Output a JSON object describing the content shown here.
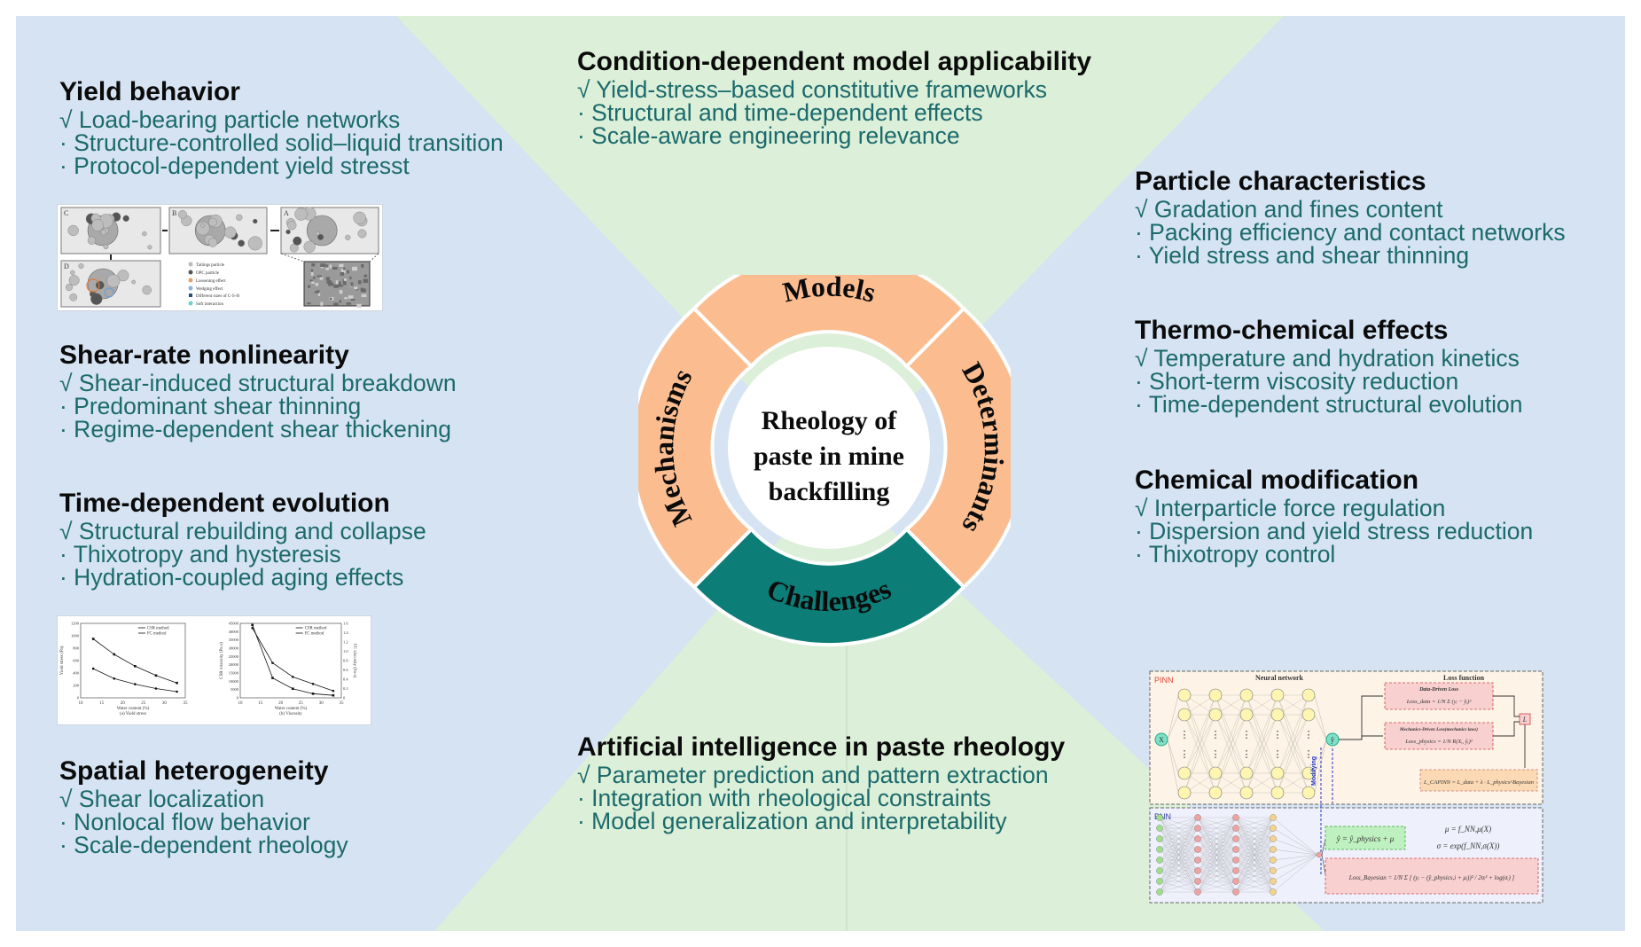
{
  "colors": {
    "blue_bg": "#d6e3f3",
    "green_bg": "#dcefd8",
    "orange": "#fbbd90",
    "teal": "#0c7d77",
    "heading": "#0b0b0b",
    "bullet_text": "#1b6a6c"
  },
  "center": {
    "title_lines": [
      "Rheology of",
      "paste in mine",
      "backfilling"
    ],
    "segments": [
      "Models",
      "Determinants",
      "Challenges",
      "Mechanisms"
    ]
  },
  "sections": {
    "yield": {
      "title": "Yield behavior",
      "bullets": [
        "√ Load-bearing particle networks",
        "· Structure-controlled solid–liquid transition",
        "· Protocol-dependent yield stresst"
      ]
    },
    "shear": {
      "title": "Shear-rate nonlinearity",
      "bullets": [
        "√ Shear-induced structural breakdown",
        "· Predominant shear thinning",
        "· Regime-dependent shear thickening"
      ]
    },
    "time": {
      "title": "Time-dependent evolution",
      "bullets": [
        "√ Structural rebuilding and collapse",
        "· Thixotropy and hysteresis",
        "· Hydration-coupled aging effects"
      ]
    },
    "spatial": {
      "title": "Spatial heterogeneity",
      "bullets": [
        "√ Shear localization",
        "· Nonlocal flow behavior",
        "· Scale-dependent rheology"
      ]
    },
    "model": {
      "title": "Condition-dependent model applicability",
      "bullets": [
        "√ Yield-stress–based constitutive frameworks",
        "· Structural and time-dependent effects",
        "· Scale-aware engineering relevance"
      ]
    },
    "ai": {
      "title": "Artificial intelligence in paste rheology",
      "bullets": [
        "√ Parameter prediction and pattern extraction",
        "· Integration with rheological constraints",
        "· Model generalization and interpretability"
      ]
    },
    "particle": {
      "title": "Particle characteristics",
      "bullets": [
        "√ Gradation and fines content",
        "· Packing efficiency and contact networks",
        "· Yield stress and shear thinning"
      ]
    },
    "thermo": {
      "title": "Thermo-chemical effects",
      "bullets": [
        "√ Temperature and hydration kinetics",
        "· Short-term viscosity reduction",
        "· Time-dependent structural evolution"
      ]
    },
    "chem": {
      "title": "Chemical modification",
      "bullets": [
        "√ Interparticle force regulation",
        "· Dispersion and yield stress reduction",
        "· Thixotropy control"
      ]
    }
  },
  "particle_figure": {
    "panel_letters": [
      "C",
      "B",
      "A",
      "D"
    ],
    "legend": [
      "Tailings particle",
      "OPC particle",
      "Loosening effect",
      "Wedging effect",
      "Different sizes of C-S-H",
      "Soft interaction"
    ]
  },
  "charts_figure": {
    "legend": [
      "CSR method",
      "FC method"
    ],
    "left_xlabel": "Water content (%)",
    "left_ylabel": "Yield stress (Pa)",
    "left_caption": "(a) Yield stress",
    "right_xlabel": "Water content (%)",
    "right_ylabel": "CSR viscosity (Pa·s)",
    "right_y2label": "FC viscosity (Pa·s)",
    "right_caption": "(b) Viscosity",
    "x_ticks": [
      "10",
      "15",
      "20",
      "25",
      "30",
      "35"
    ],
    "left_y_ticks": [
      "0",
      "200",
      "400",
      "600",
      "800",
      "1000",
      "1200"
    ],
    "right_y_ticks": [
      "0",
      "5000",
      "10000",
      "15000",
      "20000",
      "25000",
      "30000",
      "35000",
      "40000",
      "45000"
    ],
    "right_y2_ticks": [
      "0",
      "0.2",
      "0.4",
      "0.6",
      "0.8",
      "1.0",
      "1.2",
      "1.4",
      "1.6"
    ]
  },
  "chart_data": [
    {
      "type": "line",
      "title": "",
      "caption": "(a) Yield stress",
      "xlabel": "Water content (%)",
      "ylabel": "Yield stress (Pa)",
      "xlim": [
        10,
        35
      ],
      "ylim": [
        0,
        1200
      ],
      "legend_position": "top-right",
      "series": [
        {
          "name": "CSR method",
          "x": [
            13,
            18,
            23,
            28,
            33
          ],
          "values": [
            950,
            700,
            510,
            360,
            240
          ]
        },
        {
          "name": "FC method",
          "x": [
            13,
            18,
            23,
            28,
            33
          ],
          "values": [
            470,
            310,
            220,
            150,
            100
          ]
        }
      ]
    },
    {
      "type": "line",
      "title": "",
      "caption": "(b) Viscosity",
      "xlabel": "Water content (%)",
      "ylabel": "CSR viscosity (Pa·s)",
      "y2label": "FC viscosity (Pa·s)",
      "xlim": [
        10,
        35
      ],
      "ylim": [
        0,
        45000
      ],
      "y2lim": [
        0,
        1.6
      ],
      "legend_position": "top-right",
      "series": [
        {
          "name": "CSR method",
          "x": [
            13,
            18,
            23,
            28,
            33
          ],
          "values": [
            44000,
            12000,
            5500,
            2500,
            1500
          ]
        },
        {
          "name": "FC method",
          "x": [
            13,
            18,
            23,
            28,
            33
          ],
          "values": [
            1.5,
            0.75,
            0.45,
            0.3,
            0.15
          ],
          "axis": "y2"
        }
      ]
    }
  ],
  "nn_figure": {
    "pinn_label": "PINN",
    "bnn_label": "BNN",
    "neural_network_label": "Neural network",
    "loss_function_label": "Loss function",
    "data_loss_label": "Data-Driven Loss",
    "mech_loss_label": "Mechanics-Driven Loss(mechanics laws)",
    "modifying_label": "Modifying",
    "x_node": "X",
    "y_node": "ŷ",
    "l_node": "L",
    "dots": "⋮",
    "data_loss_formula": "Loss_data = 1/N Σ (yᵢ − ŷᵢ)²",
    "mech_loss_formula": "Loss_physics = 1/N R(Xᵢ, ŷᵢ)²",
    "total_loss_formula": "L_CAPINN = L_data + λ · L_physics^Bayesian",
    "bnn_output_formula": "ŷ = ŷ_physics + μ",
    "mu_formula": "μ = f_NN,μ(X)",
    "sigma_formula": "σ = exp(f_NN,σ(X))",
    "bayes_loss_formula": "Loss_Bayesian = 1/N Σ [ (yᵢ − (ŷ_physics,i + μᵢ))² / 2σᵢ² + log(σᵢ) ]"
  }
}
